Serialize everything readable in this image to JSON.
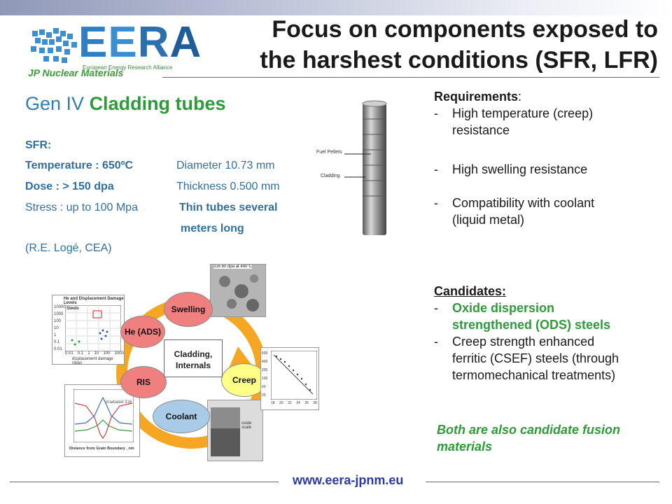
{
  "header": {
    "logo_text": "EERA",
    "logo_subtitle": "European Energy Research Alliance",
    "program": "JP Nuclear Materials",
    "title_line1": "Focus on components exposed to",
    "title_line2": "the harshest conditions (SFR, LFR)"
  },
  "left": {
    "section_prefix": "Gen IV",
    "section_highlight": "Cladding tubes",
    "reactor": "SFR:",
    "temperature": "Temperature : 650ºC",
    "dose": "Dose : > 150 dpa",
    "stress": "Stress :  up to 100 Mpa",
    "diameter": "Diameter 10.73 mm",
    "thickness": "Thickness 0.500 mm",
    "thin_tubes_1": "Thin tubes several",
    "thin_tubes_2": "meters long",
    "source": "(R.E. Logé, CEA)"
  },
  "rod_figure": {
    "label_pellets": "Fuel Pellets",
    "label_cladding": "Cladding"
  },
  "diagram": {
    "center_line1": "Cladding,",
    "center_line2": "Internals",
    "nodes": [
      "Swelling",
      "He (ADS)",
      "RIS",
      "Coolant",
      "Creep"
    ],
    "micrograph_caption": "316 60 dpa at 490°C",
    "chart_title": "He and Displacement Damage Levels",
    "chart_steels": "Steels",
    "chart_xlabel": "displacement damage (dpa)",
    "chart_yticks": [
      "10000",
      "1000",
      "100",
      "10",
      "1",
      "0.1",
      "0.01"
    ],
    "chart_xticks": [
      "0.01",
      "0.1",
      "1",
      "10",
      "100",
      "1000"
    ],
    "ris_xlabel": "Distance from Grain Boundary , nm",
    "ris_irradiated": "Irradiated 316",
    "creep_yticks": [
      "600",
      "400",
      "200",
      "100",
      "60",
      "20"
    ],
    "creep_xticks": [
      "18",
      "20",
      "22",
      "24",
      "26",
      "28"
    ],
    "coolant_caption": "oxide scale"
  },
  "right": {
    "requirements_label": "Requirements",
    "requirements_colon": ":",
    "requirements": [
      [
        "High temperature (creep)",
        "resistance"
      ],
      [
        "High swelling resistance"
      ],
      [
        "Compatibility with coolant",
        "(liquid metal)"
      ]
    ],
    "candidates_label": "Candidates:",
    "candidates": [
      [
        "Oxide dispersion",
        "strengthened (ODS) steels"
      ],
      [
        "Creep strength enhanced",
        "ferritic (CSEF) steels (through",
        "termomechanical treatments)"
      ]
    ],
    "fusion_note_1": "Both are also candidate fusion",
    "fusion_note_2": "materials"
  },
  "footer": {
    "url": "www.eera-jpnm.eu"
  },
  "colors": {
    "title_text": "#1a1a1a",
    "blue_text": "#2f6f9f",
    "green_text": "#2f9a3a",
    "swelling": "#f08080",
    "he_ads": "#f08080",
    "ris": "#f08080",
    "coolant": "#a8cce8",
    "creep": "#ffff88",
    "arrow": "#f5a623"
  }
}
